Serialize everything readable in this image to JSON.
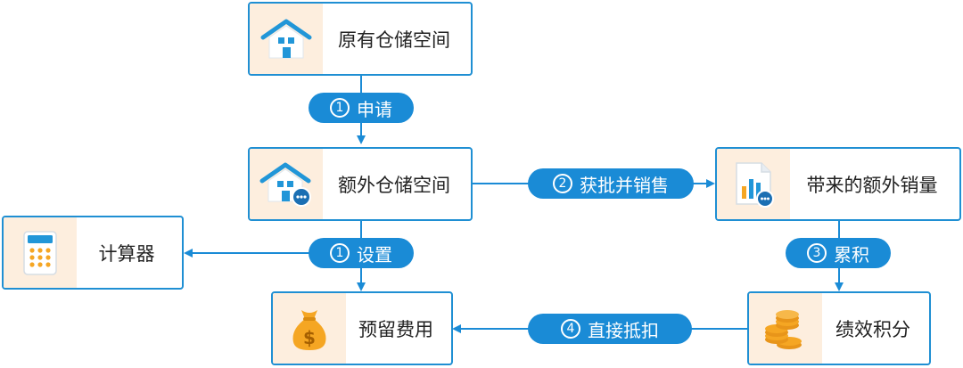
{
  "nodes": {
    "original_storage": "原有仓储空间",
    "extra_storage": "额外仓储空间",
    "extra_sales": "带来的额外销量",
    "calculator": "计算器",
    "reserved_fee": "预留费用",
    "performance_points": "绩效积分"
  },
  "steps": {
    "apply": {
      "num": "1",
      "label": "申请"
    },
    "approve_sell": {
      "num": "2",
      "label": "获批并销售"
    },
    "setup": {
      "num": "1",
      "label": "设置"
    },
    "accumulate": {
      "num": "3",
      "label": "累积"
    },
    "deduct": {
      "num": "4",
      "label": "直接抵扣"
    }
  },
  "colors": {
    "accent": "#1a8bd6",
    "border": "#1f8fd3",
    "icon_bg": "#fdeede"
  },
  "icons": {
    "original_storage": "house-icon",
    "extra_storage": "house-chat-icon",
    "extra_sales": "bar-chart-document-icon",
    "calculator": "calculator-icon",
    "reserved_fee": "money-bag-icon",
    "performance_points": "coin-stack-icon"
  }
}
